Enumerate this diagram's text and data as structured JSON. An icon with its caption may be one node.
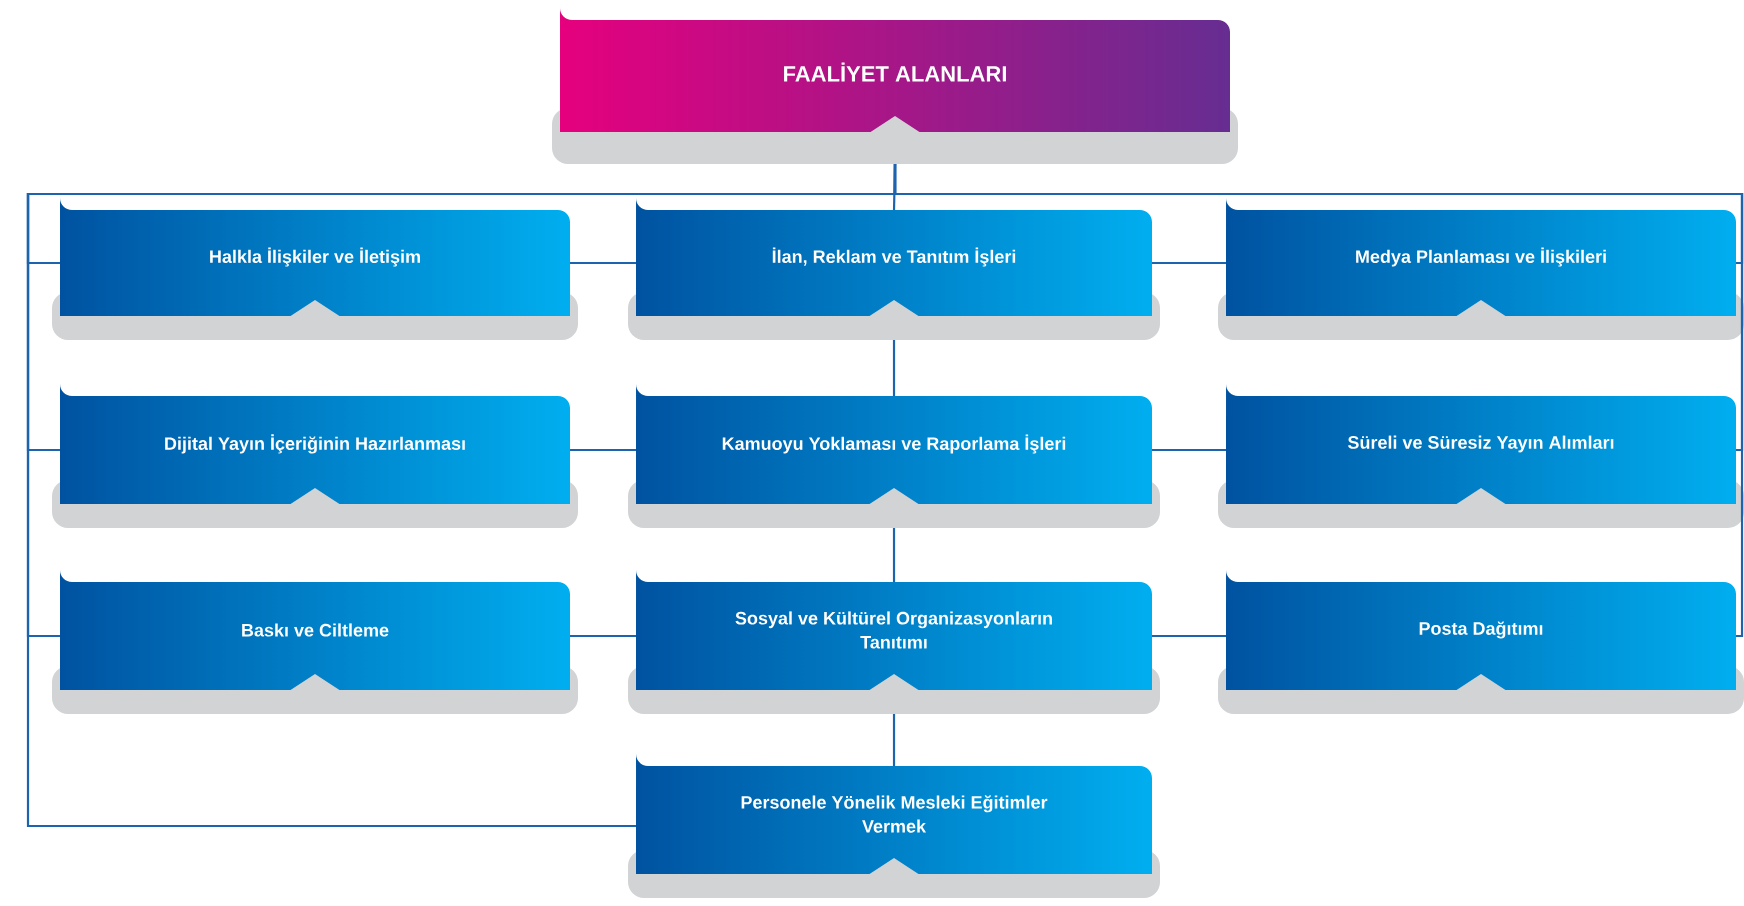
{
  "diagram": {
    "nodes": [
      {
        "text": [
          "FAALİYET ALANLARI"
        ]
      },
      {
        "text": [
          "Halkla İlişkiler ve İletişim"
        ]
      },
      {
        "text": [
          "İlan, Reklam ve Tanıtım İşleri"
        ]
      },
      {
        "text": [
          "Medya Planlaması ve İlişkileri"
        ]
      },
      {
        "text": [
          "Dijital Yayın İçeriğinin Hazırlanması"
        ]
      },
      {
        "text": [
          "Kamuoyu Yoklaması ve Raporlama İşleri"
        ]
      },
      {
        "text": [
          "Süreli ve Süresiz Yayın Alımları"
        ]
      },
      {
        "text": [
          "Baskı ve Ciltleme"
        ]
      },
      {
        "text": [
          "Sosyal ve Kültürel Organizasyonların Tanıtımı"
        ]
      },
      {
        "text": [
          "Posta Dağıtımı"
        ]
      },
      {
        "text": [
          "Personele Yönelik Mesleki Eğitimler Vermek"
        ]
      }
    ],
    "edges": [
      {
        "from": 0,
        "to": 1,
        "arrow": "none"
      },
      {
        "from": 0,
        "to": 4,
        "arrow": "none"
      },
      {
        "from": 0,
        "to": 7,
        "arrow": "none"
      },
      {
        "from": 0,
        "to": 10,
        "arrow": "none"
      },
      {
        "from": 0,
        "to": 2,
        "arrow": "none"
      },
      {
        "from": 2,
        "to": 5,
        "arrow": "none"
      },
      {
        "from": 5,
        "to": 8,
        "arrow": "none"
      },
      {
        "from": 8,
        "to": 10,
        "arrow": "none"
      },
      {
        "from": 0,
        "to": 3,
        "arrow": "none"
      },
      {
        "from": 0,
        "to": 6,
        "arrow": "none"
      },
      {
        "from": 0,
        "to": 9,
        "arrow": "none"
      },
      {
        "from": 1,
        "to": 2,
        "arrow": "none"
      },
      {
        "from": 2,
        "to": 3,
        "arrow": "none"
      },
      {
        "from": 4,
        "to": 5,
        "arrow": "none"
      },
      {
        "from": 5,
        "to": 6,
        "arrow": "none"
      },
      {
        "from": 7,
        "to": 8,
        "arrow": "none"
      },
      {
        "from": 8,
        "to": 9,
        "arrow": "none"
      }
    ]
  }
}
